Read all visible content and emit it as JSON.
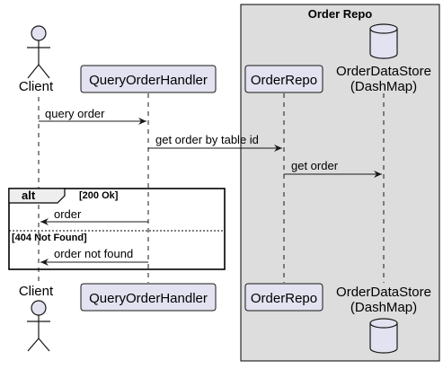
{
  "diagram": {
    "box": {
      "title": "Order Repo",
      "fill": "#dddddd"
    },
    "participants": {
      "client": {
        "label": "Client",
        "kind": "actor"
      },
      "handler": {
        "label": "QueryOrderHandler",
        "kind": "participant"
      },
      "repo": {
        "label": "OrderRepo",
        "kind": "participant"
      },
      "store": {
        "label_line1": "OrderDataStore",
        "label_line2": "(DashMap)",
        "kind": "database"
      }
    },
    "messages": {
      "m1": "query order",
      "m2": "get order by table id",
      "m3": "get order",
      "m4": "order",
      "m5": "order not found"
    },
    "alt": {
      "keyword": "alt",
      "guard1": "[200 Ok]",
      "guard2": "[404 Not Found]"
    },
    "colors": {
      "participant_fill": "#e2e2f0",
      "participant_stroke": "#181818",
      "lifeline": "#181818"
    }
  }
}
